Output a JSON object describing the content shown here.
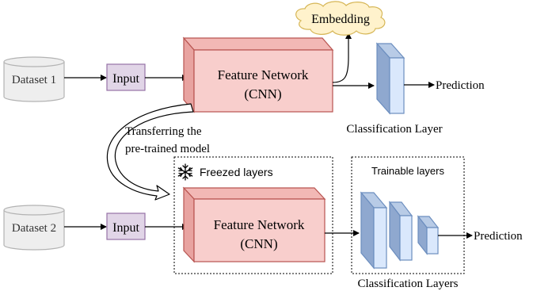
{
  "datasets": {
    "top": "Dataset 1",
    "bottom": "Dataset 2"
  },
  "input_label": "Input",
  "feature_network": {
    "line1": "Feature Network",
    "line2": "(CNN)"
  },
  "embedding_label": "Embedding",
  "prediction_label": "Prediction",
  "classification_layer_label": "Classification Layer",
  "classification_layers_label": "Classification Layers",
  "transfer_label": {
    "line1": "Transferring the",
    "line2": "pre-trained model"
  },
  "freezed_label": "Freezed layers",
  "trainable_label": "Trainable layers",
  "colors": {
    "dataset_fill": "#eeeeee",
    "dataset_stroke": "#b3b3b3",
    "input_fill": "#e1d5e7",
    "input_stroke": "#9673a6",
    "cnn_front": "#f8cecc",
    "cnn_side": "#e8a3a0",
    "cnn_stroke": "#b85450",
    "cloud_fill": "#fff2cc",
    "cloud_stroke": "#d6b656",
    "layer_front": "#dae8fc",
    "layer_side": "#8fa8cf",
    "layer_stroke": "#6c8ebf"
  },
  "icons": {
    "freeze": "snowflake-icon"
  }
}
